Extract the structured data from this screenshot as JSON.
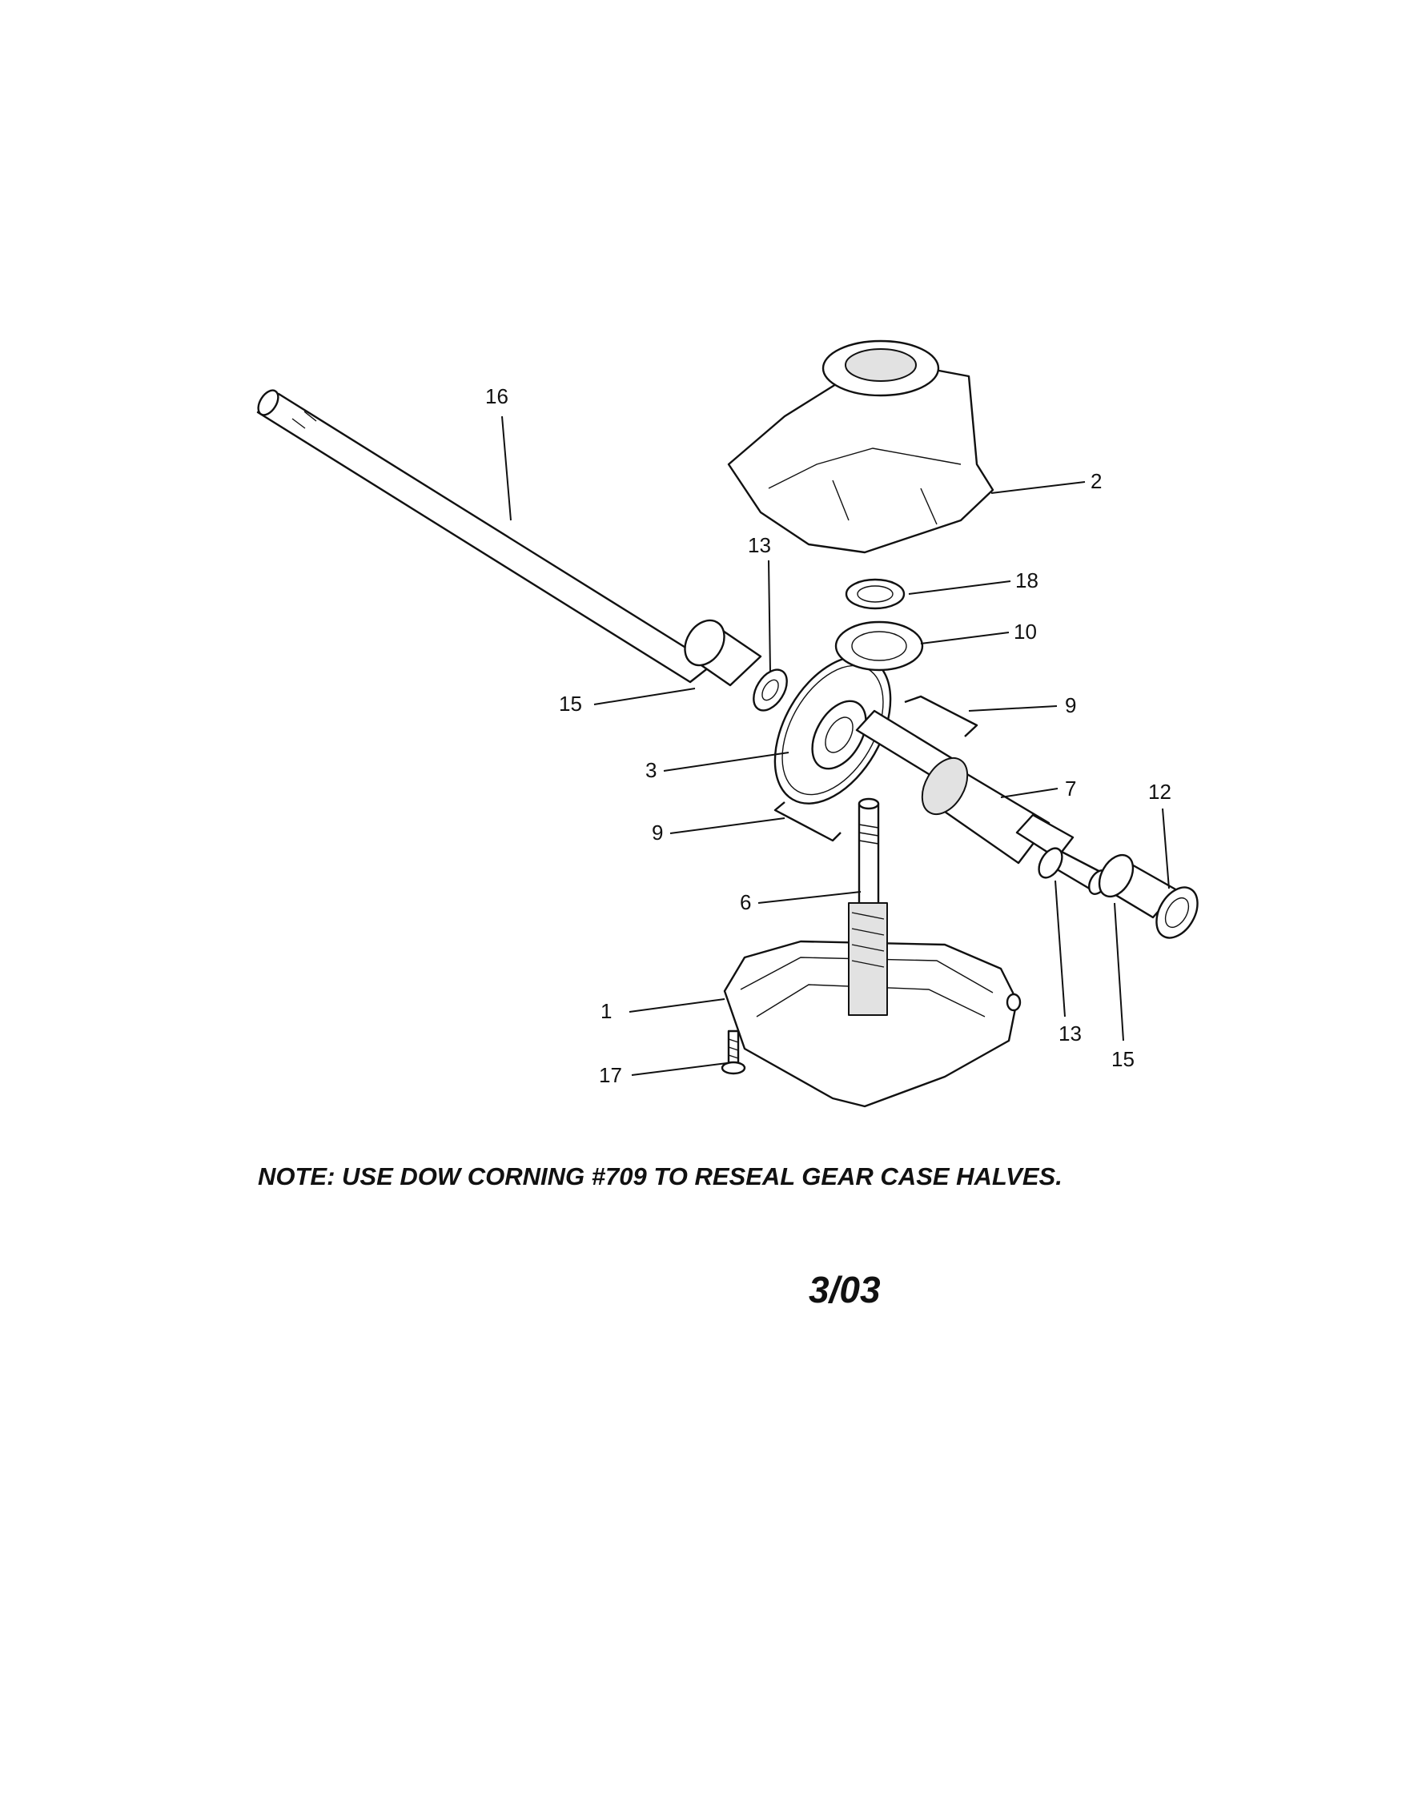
{
  "note": "NOTE: USE DOW CORNING #709 TO RESEAL GEAR CASE HALVES.",
  "date": "3/03",
  "callouts": {
    "c16": "16",
    "c2": "2",
    "c13a": "13",
    "c18": "18",
    "c10": "10",
    "c15a": "15",
    "c9a": "9",
    "c3": "3",
    "c7": "7",
    "c12": "12",
    "c9b": "9",
    "c6": "6",
    "c1": "1",
    "c13b": "13",
    "c17": "17",
    "c15b": "15"
  },
  "colors": {
    "line": "#111111",
    "background": "#ffffff"
  }
}
